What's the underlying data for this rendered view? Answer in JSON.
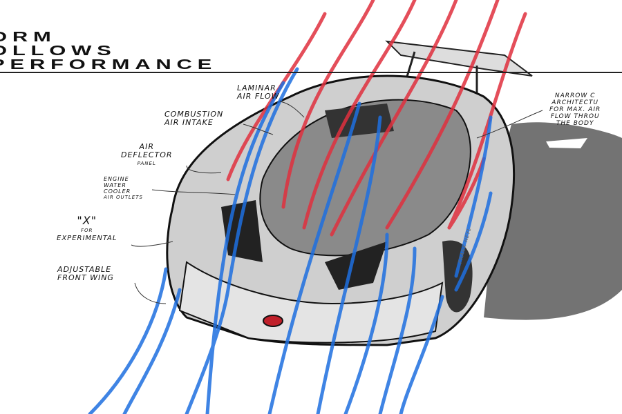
{
  "headline": [
    "ORM",
    "OLLOWS",
    "PERFORMANCE"
  ],
  "annotations": {
    "laminar": [
      "LAMINAR",
      "AIR FLOW"
    ],
    "combustion": [
      "COMBUSTION",
      "AIR INTAKE"
    ],
    "deflector": [
      "AIR",
      "DEFLECTOR",
      "PANEL"
    ],
    "cooler": [
      "ENGINE",
      "WATER",
      "COOLER",
      "AIR OUTLETS"
    ],
    "experimental": [
      "\"X\"",
      "FOR",
      "EXPERIMENTAL"
    ],
    "front_wing": [
      "ADJUSTABLE",
      "FRONT WING"
    ],
    "narrow": [
      "NARROW C",
      "ARCHITECTU",
      "FOR MAX. AIR",
      "FLOW THROU",
      "THE BODY"
    ]
  },
  "signature": "FRANK HEYL",
  "colors": {
    "flow_blue": "#1e6fe0",
    "flow_red": "#e0303e",
    "ink": "#111111",
    "shadow": "#555555"
  }
}
